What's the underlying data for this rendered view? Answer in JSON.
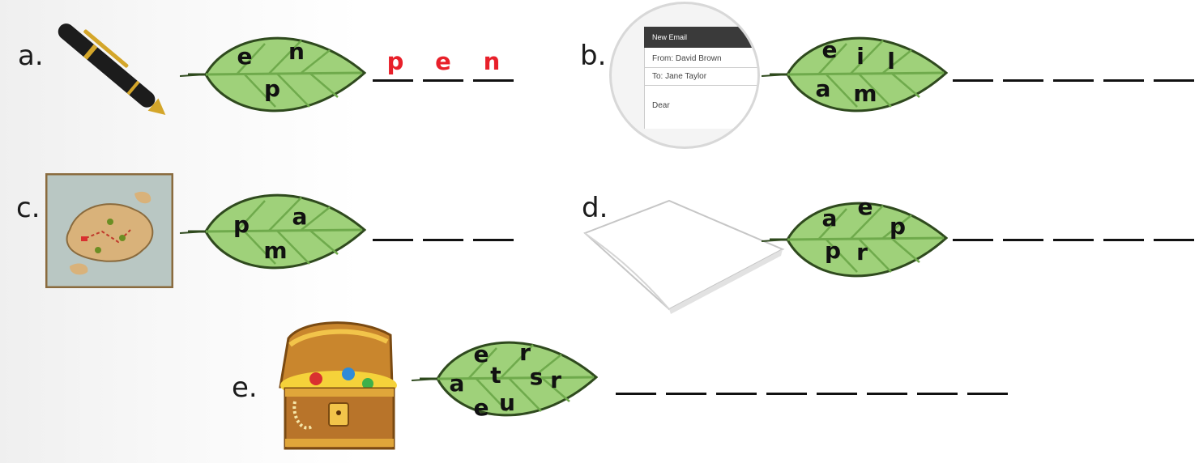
{
  "colors": {
    "leaf_fill": "#9fd17a",
    "leaf_stroke": "#2f4a1e",
    "leaf_vein": "#6faa4c",
    "answer_red": "#e8202a"
  },
  "items": [
    {
      "label": "a.",
      "picture": "pen-icon",
      "letters": [
        "e",
        "n",
        "p"
      ],
      "answer": [
        "p",
        "e",
        "n"
      ]
    },
    {
      "label": "b.",
      "picture": "email-screen-icon",
      "letters": [
        "e",
        "i",
        "l",
        "a",
        "m"
      ],
      "answer": [
        "",
        "",
        "",
        "",
        ""
      ],
      "email": {
        "header": "New Email",
        "from": "From: David Brown",
        "to": "To: Jane Taylor",
        "body": "Dear"
      }
    },
    {
      "label": "c.",
      "picture": "treasure-map-icon",
      "letters": [
        "p",
        "a",
        "m"
      ],
      "answer": [
        "",
        "",
        ""
      ]
    },
    {
      "label": "d.",
      "picture": "paper-sheet-icon",
      "letters": [
        "a",
        "e",
        "p",
        "p",
        "r"
      ],
      "answer": [
        "",
        "",
        "",
        "",
        ""
      ]
    },
    {
      "label": "e.",
      "picture": "treasure-chest-icon",
      "letters": [
        "e",
        "r",
        "a",
        "t",
        "s",
        "r",
        "e",
        "u"
      ],
      "answer": [
        "",
        "",
        "",
        "",
        "",
        "",
        "",
        ""
      ]
    }
  ]
}
